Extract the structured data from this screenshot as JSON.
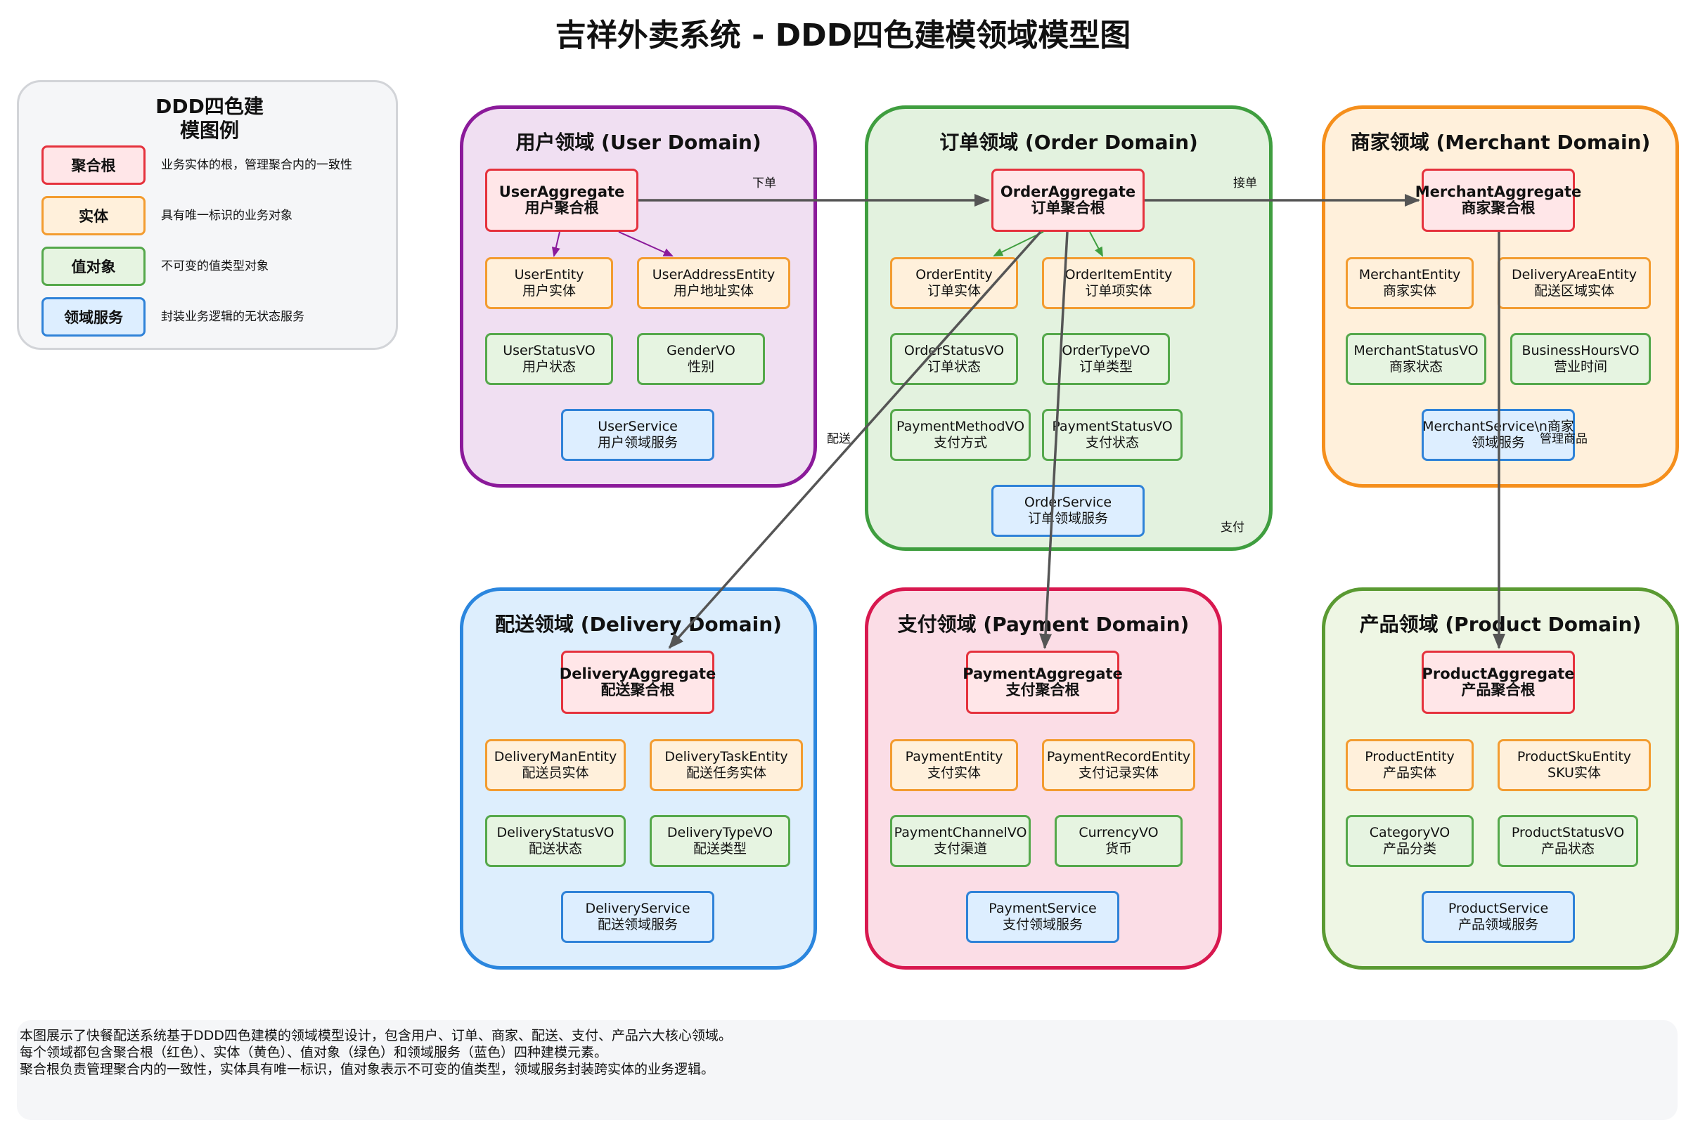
{
  "title": "吉祥外卖系统 - DDD四色建模领域模型图",
  "legend": {
    "title": "DDD四色建\n模图例",
    "items": [
      {
        "label": "聚合根",
        "desc": "业务实体的根，管理聚合内的一致性"
      },
      {
        "label": "实体",
        "desc": "具有唯一标识的业务对象"
      },
      {
        "label": "值对象",
        "desc": "不可变的值类型对象"
      },
      {
        "label": "领域服务",
        "desc": "封装业务逻辑的无状态服务"
      }
    ]
  },
  "domains": {
    "user": {
      "title": "用户领域 (User Domain)",
      "aggregate": {
        "name": "UserAggregate",
        "sub": "用户聚合根"
      },
      "entity1": {
        "name": "UserEntity",
        "sub": "用户实体"
      },
      "entity2": {
        "name": "UserAddressEntity",
        "sub": "用户地址实体"
      },
      "vo1": {
        "name": "UserStatusVO",
        "sub": "用户状态"
      },
      "vo2": {
        "name": "GenderVO",
        "sub": "性别"
      },
      "service": {
        "name": "UserService",
        "sub": "用户领域服务"
      }
    },
    "order": {
      "title": "订单领域 (Order Domain)",
      "aggregate": {
        "name": "OrderAggregate",
        "sub": "订单聚合根"
      },
      "entity1": {
        "name": "OrderEntity",
        "sub": "订单实体"
      },
      "entity2": {
        "name": "OrderItemEntity",
        "sub": "订单项实体"
      },
      "vo1": {
        "name": "OrderStatusVO",
        "sub": "订单状态"
      },
      "vo2": {
        "name": "OrderTypeVO",
        "sub": "订单类型"
      },
      "vo3": {
        "name": "PaymentMethodVO",
        "sub": "支付方式"
      },
      "vo4": {
        "name": "PaymentStatusVO",
        "sub": "支付状态"
      },
      "service": {
        "name": "OrderService",
        "sub": "订单领域服务"
      }
    },
    "merchant": {
      "title": "商家领域 (Merchant Domain)",
      "aggregate": {
        "name": "MerchantAggregate",
        "sub": "商家聚合根"
      },
      "entity1": {
        "name": "MerchantEntity",
        "sub": "商家实体"
      },
      "entity2": {
        "name": "DeliveryAreaEntity",
        "sub": "配送区域实体"
      },
      "vo1": {
        "name": "MerchantStatusVO",
        "sub": "商家状态"
      },
      "vo2": {
        "name": "BusinessHoursVO",
        "sub": "营业时间"
      },
      "service": {
        "name": "MerchantService\\n商家",
        "sub": "领域服务"
      }
    },
    "delivery": {
      "title": "配送领域 (Delivery Domain)",
      "aggregate": {
        "name": "DeliveryAggregate",
        "sub": "配送聚合根"
      },
      "entity1": {
        "name": "DeliveryManEntity",
        "sub": "配送员实体"
      },
      "entity2": {
        "name": "DeliveryTaskEntity",
        "sub": "配送任务实体"
      },
      "vo1": {
        "name": "DeliveryStatusVO",
        "sub": "配送状态"
      },
      "vo2": {
        "name": "DeliveryTypeVO",
        "sub": "配送类型"
      },
      "service": {
        "name": "DeliveryService",
        "sub": "配送领域服务"
      }
    },
    "payment": {
      "title": "支付领域 (Payment Domain)",
      "aggregate": {
        "name": "PaymentAggregate",
        "sub": "支付聚合根"
      },
      "entity1": {
        "name": "PaymentEntity",
        "sub": "支付实体"
      },
      "entity2": {
        "name": "PaymentRecordEntity",
        "sub": "支付记录实体"
      },
      "vo1": {
        "name": "PaymentChannelVO",
        "sub": "支付渠道"
      },
      "vo2": {
        "name": "CurrencyVO",
        "sub": "货币"
      },
      "service": {
        "name": "PaymentService",
        "sub": "支付领域服务"
      }
    },
    "product": {
      "title": "产品领域 (Product Domain)",
      "aggregate": {
        "name": "ProductAggregate",
        "sub": "产品聚合根"
      },
      "entity1": {
        "name": "ProductEntity",
        "sub": "产品实体"
      },
      "entity2": {
        "name": "ProductSkuEntity",
        "sub": "SKU实体"
      },
      "vo1": {
        "name": "CategoryVO",
        "sub": "产品分类"
      },
      "vo2": {
        "name": "ProductStatusVO",
        "sub": "产品状态"
      },
      "service": {
        "name": "ProductService",
        "sub": "产品领域服务"
      }
    }
  },
  "relations": {
    "place_order": "下单",
    "accept_order": "接单",
    "deliver": "配送",
    "pay": "支付",
    "manage_products": "管理商品"
  },
  "colors": {
    "aggregate": "#e5323d",
    "entity": "#f39c30",
    "value_object": "#55a84b",
    "service": "#2f82d8",
    "arrow": "#555555"
  },
  "note": [
    "本图展示了快餐配送系统基于DDD四色建模的领域模型设计，包含用户、订单、商家、配送、支付、产品六大核心领域。",
    "每个领域都包含聚合根（红色）、实体（黄色）、值对象（绿色）和领域服务（蓝色）四种建模元素。",
    "聚合根负责管理聚合内的一致性，实体具有唯一标识，值对象表示不可变的值类型，领域服务封装跨实体的业务逻辑。"
  ]
}
